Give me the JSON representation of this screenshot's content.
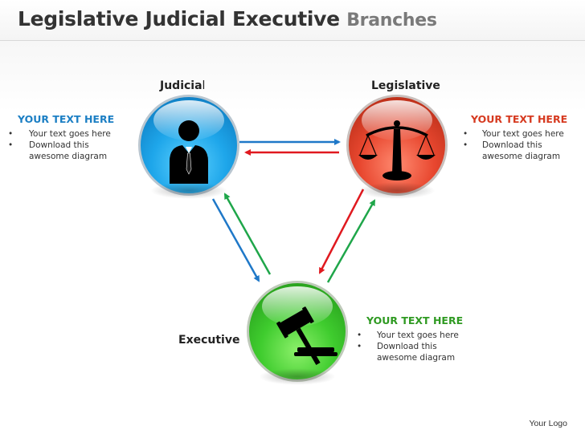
{
  "title": {
    "main": "Legislative Judicial Executive",
    "sub": "Branches"
  },
  "nodes": {
    "judicial": {
      "label_bold": "Judicia",
      "label_light": "l",
      "icon": "businessman-icon",
      "color": "#1ea6ea"
    },
    "legislative": {
      "label": "Legislative",
      "icon": "scales-of-justice-icon",
      "color": "#e8472f"
    },
    "executive": {
      "label": "Executive",
      "icon": "gavel-icon",
      "color": "#3fcc2e"
    }
  },
  "text_blocks": {
    "left": {
      "heading": "YOUR TEXT HERE",
      "bullets": [
        "Your text goes here",
        "Download this",
        "awesome diagram"
      ],
      "color": "#1c7fc4"
    },
    "right": {
      "heading": "YOUR TEXT HERE",
      "bullets": [
        "Your text goes here",
        "Download this",
        "awesome diagram"
      ],
      "color": "#d63a20"
    },
    "bottom": {
      "heading": "YOUR TEXT HERE",
      "bullets": [
        "Your text goes here",
        "Download this",
        "awesome diagram"
      ],
      "color": "#2f9a22"
    }
  },
  "arrow_colors": {
    "blue": "#1f78c8",
    "red": "#e0191f",
    "green": "#1fa64a"
  },
  "footer": {
    "logo": "Your Logo"
  }
}
